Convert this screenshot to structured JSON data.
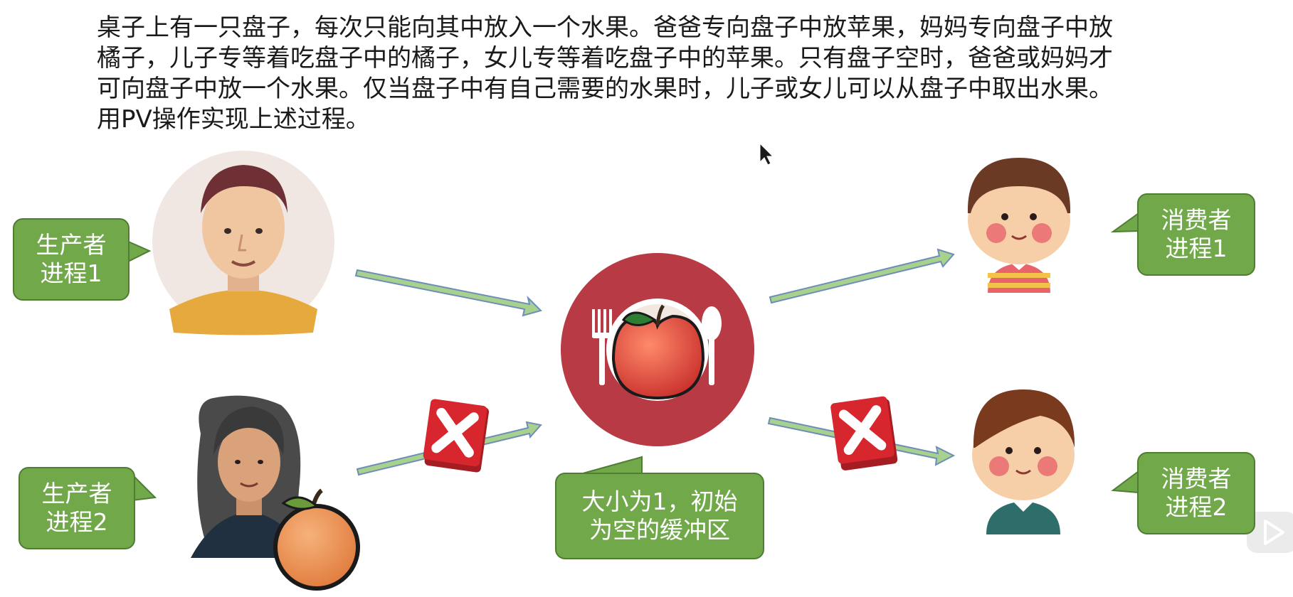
{
  "problem": {
    "lines": [
      "桌子上有一只盘子，每次只能向其中放入一个水果。爸爸专向盘子中放苹果，妈妈专向盘子中放",
      "橘子，儿子专等着吃盘子中的橘子，女儿专等着吃盘子中的苹果。只有盘子空时，爸爸或妈妈才",
      "可向盘子中放一个水果。仅当盘子中有自己需要的水果时，儿子或女儿可以从盘子中取出水果。",
      "用PV操作实现上述过程。"
    ]
  },
  "labels": {
    "producer1": [
      "生产者",
      "进程1"
    ],
    "producer2": [
      "生产者",
      "进程2"
    ],
    "consumer1": [
      "消费者",
      "进程1"
    ],
    "consumer2": [
      "消费者",
      "进程2"
    ],
    "buffer": [
      "大小为1，初始",
      "为空的缓冲区"
    ]
  },
  "colors": {
    "bubble_fill": "#70a84a",
    "arrow_fill": "#a9d18e",
    "plate_red": "#b83a44",
    "block_red": "#d7262d"
  },
  "icons": [
    "father-avatar",
    "mother-avatar",
    "plate-with-apple-icon",
    "son-avatar",
    "daughter-avatar",
    "blocked-x-icon",
    "orange-icon",
    "cursor-icon",
    "play-icon"
  ]
}
